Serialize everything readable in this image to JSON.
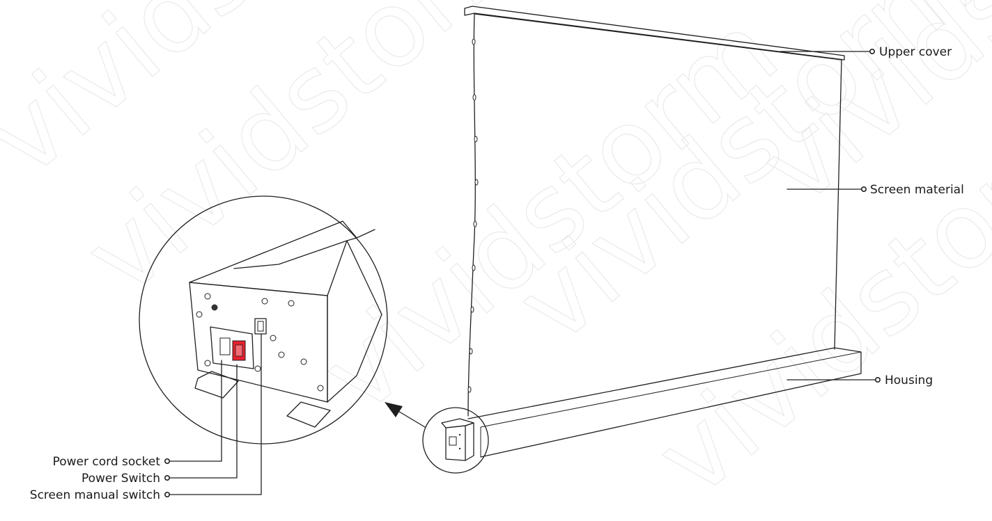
{
  "watermark": "vividstorm",
  "labels": {
    "upper_cover": "Upper cover",
    "screen_material": "Screen material",
    "housing": "Housing",
    "power_cord_socket": "Power cord socket",
    "power_switch": "Power Switch",
    "screen_manual_switch": "Screen manual switch"
  },
  "colors": {
    "line": "#1f1f1f",
    "switch_accent": "#e5202e",
    "watermark": "#e9e9e9"
  }
}
